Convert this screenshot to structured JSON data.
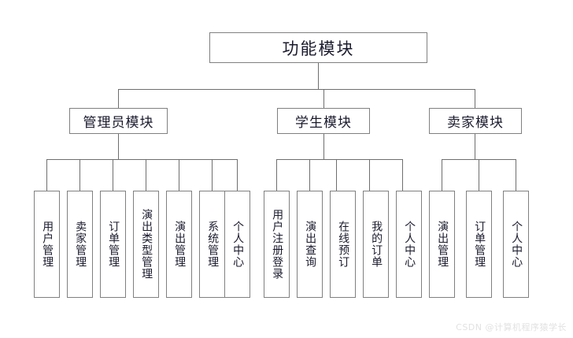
{
  "diagram": {
    "title": "功能模块",
    "watermark": "CSDN @计算机程序猿学长",
    "colors": {
      "background": "#ffffff",
      "border": "#808080",
      "connector": "#6e6e6e",
      "text": "#1a1a2e",
      "watermark": "#e2e2e2"
    },
    "root": {
      "label": "功能模块"
    },
    "branches": [
      {
        "label": "管理员模块",
        "children": [
          {
            "label": "用户管理"
          },
          {
            "label": "卖家管理"
          },
          {
            "label": "订单管理"
          },
          {
            "label": "演出类型管理"
          },
          {
            "label": "演出管理"
          },
          {
            "label": "系统管理"
          },
          {
            "label": "个人中心"
          }
        ]
      },
      {
        "label": "学生模块",
        "children": [
          {
            "label": "用户注册登录"
          },
          {
            "label": "演出查询"
          },
          {
            "label": "在线预订"
          },
          {
            "label": "我的订单"
          },
          {
            "label": "个人中心"
          }
        ]
      },
      {
        "label": "卖家模块",
        "children": [
          {
            "label": "演出管理"
          },
          {
            "label": "订单管理"
          },
          {
            "label": "个人中心"
          }
        ]
      }
    ]
  }
}
